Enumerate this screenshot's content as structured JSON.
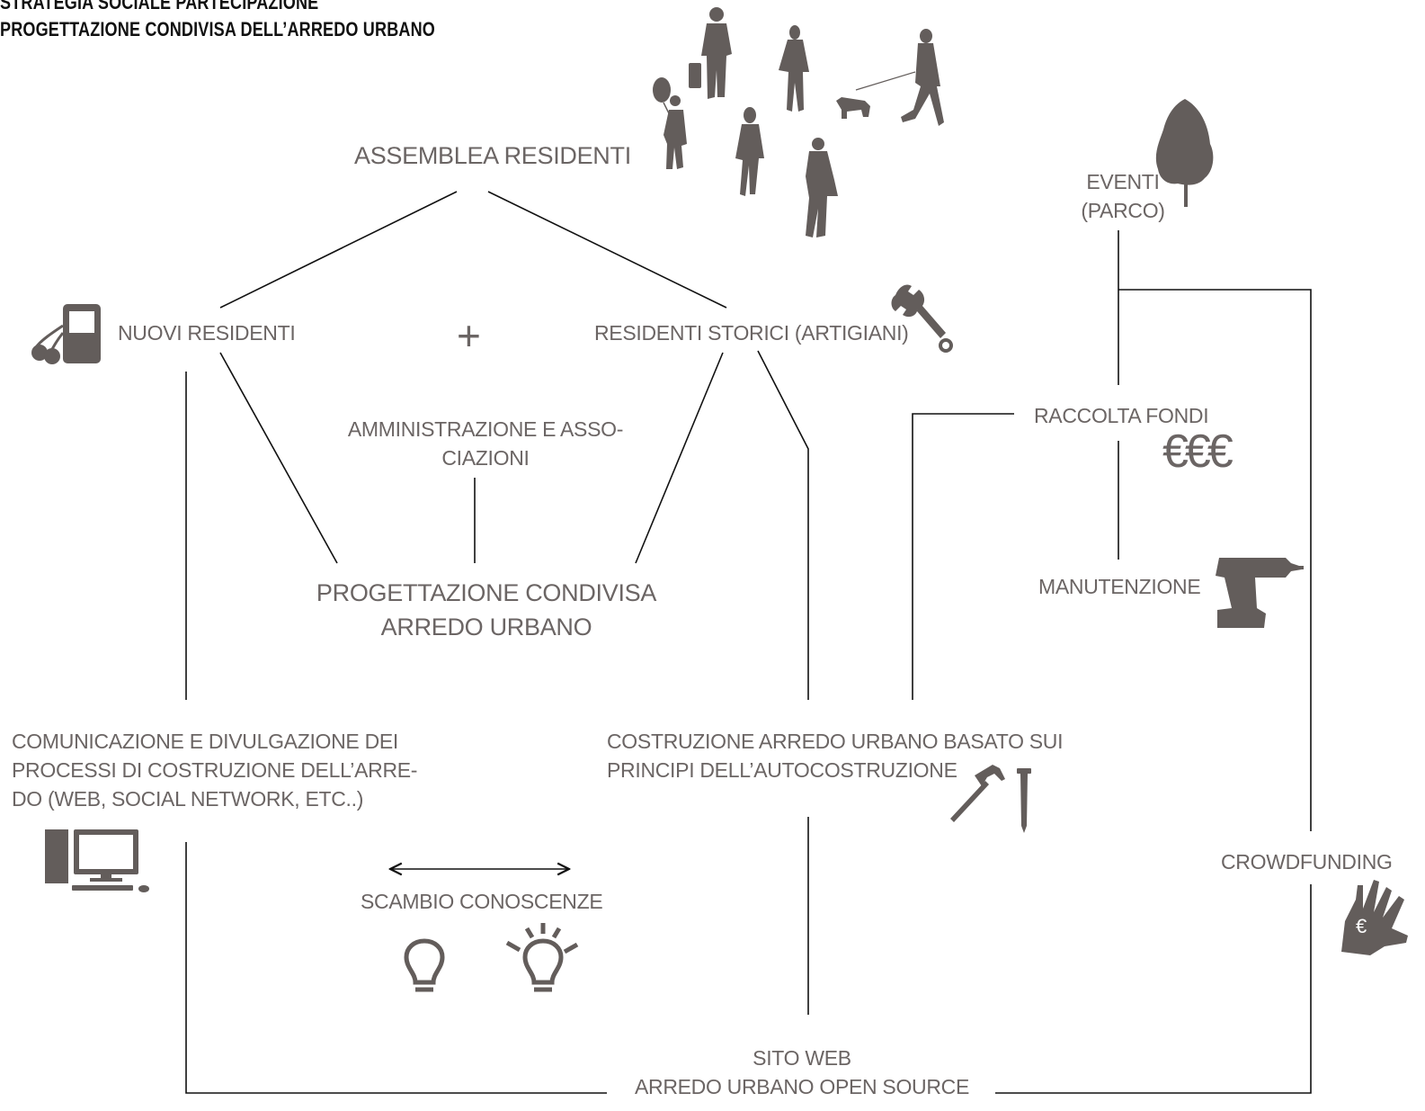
{
  "header": {
    "line1": "STRATEGIA SOCIALE PARTECIPAZIONE",
    "line2": "PROGETTAZIONE CONDIVISA DELL’ARREDO URBANO"
  },
  "nodes": {
    "assemblea": "ASSEMBLEA RESIDENTI",
    "nuovi_residenti": "NUOVI RESIDENTI",
    "plus_sign": "+",
    "residenti_storici": "RESIDENTI STORICI (ARTIGIANI)",
    "amministrazione": [
      "AMMINISTRAZIONE E ASSO-",
      "CIAZIONI"
    ],
    "progettazione": [
      "PROGETTAZIONE CONDIVISA",
      "ARREDO URBANO"
    ],
    "eventi": [
      "EVENTI",
      "(PARCO)"
    ],
    "raccolta_fondi": "RACCOLTA FONDI",
    "euro_symbols": "€€€",
    "manutenzione": "MANUTENZIONE",
    "comunicazione": [
      "COMUNICAZIONE E DIVULGAZIONE DEI",
      "PROCESSI DI COSTRUZIONE DELL’ARRE-",
      "DO (WEB, SOCIAL NETWORK, ETC..)"
    ],
    "costruzione": [
      "COSTRUZIONE ARREDO URBANO BASATO SUI",
      "PRINCIPI DELL’AUTOCOSTRUZIONE"
    ],
    "scambio": "SCAMBIO CONOSCENZE",
    "crowdfunding": "CROWDFUNDING",
    "sito_web": [
      "SITO WEB",
      "ARREDO URBANO OPEN SOURCE"
    ],
    "hand_euro": "€"
  },
  "colors": {
    "icon": "#635d5b",
    "text": "#6b6564",
    "line": "#111111"
  },
  "icons": [
    "people-silhouettes-icon",
    "tree-icon",
    "music-player-icon",
    "wrench-icon",
    "drill-icon",
    "desktop-computer-icon",
    "hammer-icon",
    "screw-icon",
    "lightbulb-off-icon",
    "lightbulb-on-icon",
    "hand-euro-icon"
  ]
}
